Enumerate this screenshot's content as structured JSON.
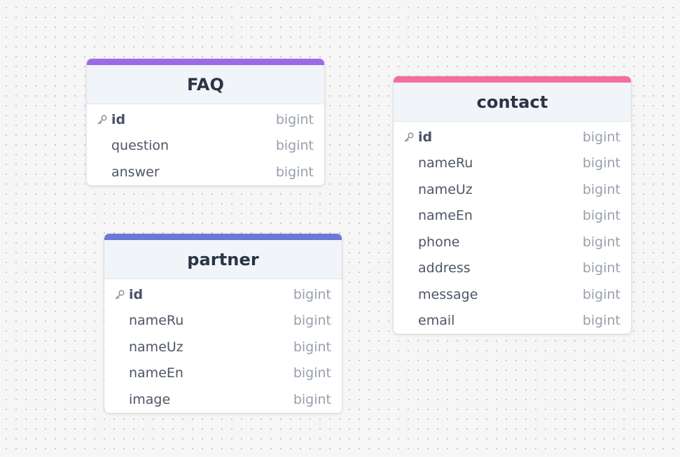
{
  "tables": {
    "faq": {
      "name": "FAQ",
      "accent_color": "#9b6ae6",
      "columns": [
        {
          "name": "id",
          "type": "bigint",
          "primary_key": true
        },
        {
          "name": "question",
          "type": "bigint",
          "primary_key": false
        },
        {
          "name": "answer",
          "type": "bigint",
          "primary_key": false
        }
      ]
    },
    "partner": {
      "name": "partner",
      "accent_color": "#6b79d6",
      "columns": [
        {
          "name": "id",
          "type": "bigint",
          "primary_key": true
        },
        {
          "name": "nameRu",
          "type": "bigint",
          "primary_key": false
        },
        {
          "name": "nameUz",
          "type": "bigint",
          "primary_key": false
        },
        {
          "name": "nameEn",
          "type": "bigint",
          "primary_key": false
        },
        {
          "name": "image",
          "type": "bigint",
          "primary_key": false
        }
      ]
    },
    "contact": {
      "name": "contact",
      "accent_color": "#f46e9b",
      "columns": [
        {
          "name": "id",
          "type": "bigint",
          "primary_key": true
        },
        {
          "name": "nameRu",
          "type": "bigint",
          "primary_key": false
        },
        {
          "name": "nameUz",
          "type": "bigint",
          "primary_key": false
        },
        {
          "name": "nameEn",
          "type": "bigint",
          "primary_key": false
        },
        {
          "name": "phone",
          "type": "bigint",
          "primary_key": false
        },
        {
          "name": "address",
          "type": "bigint",
          "primary_key": false
        },
        {
          "name": "message",
          "type": "bigint",
          "primary_key": false
        },
        {
          "name": "email",
          "type": "bigint",
          "primary_key": false
        }
      ]
    }
  },
  "icons": {
    "primary_key": "key-icon"
  }
}
